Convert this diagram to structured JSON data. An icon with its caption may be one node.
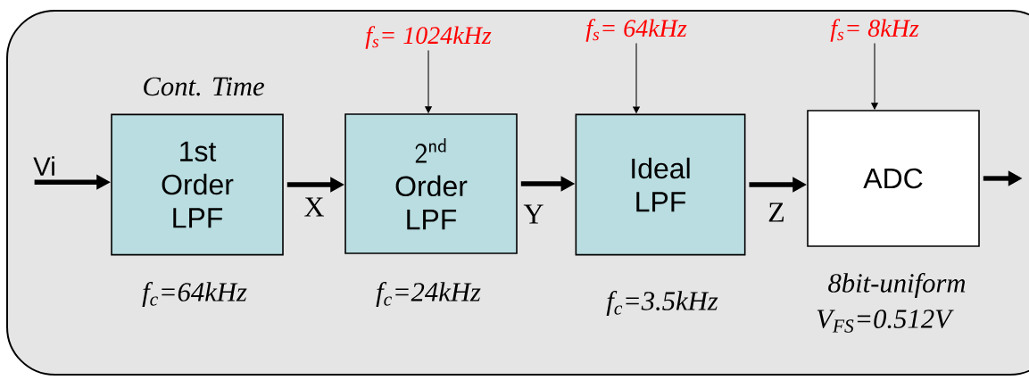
{
  "diagram": {
    "nodes": [
      {
        "text": [
          "Vi"
        ]
      },
      {
        "text": [
          "1st Order LPF"
        ],
        "beside": [
          "Cont. Time",
          "f$_{c}$=64kHz"
        ]
      },
      {
        "text": [
          "f$_{s}$= 1024kHz"
        ]
      },
      {
        "text": [
          "\\mathsf{2}^{\\mathsf{nd}}",
          "Order LPF"
        ],
        "beside": [
          "f$_{c}$=24kHz"
        ]
      },
      {
        "text": [
          "f$_{s}$= 64kHz"
        ]
      },
      {
        "text": [
          "Ideal LPF"
        ],
        "beside": [
          "f$_{c}$=3.5kHz"
        ]
      },
      {
        "text": [
          "f$_{s}$= 8kHz"
        ]
      },
      {
        "text": [
          "ADC"
        ],
        "beside": [
          "8bit-uniform",
          "V$_{FS}$=0.512V"
        ]
      }
    ],
    "edges": [
      {
        "from": 0,
        "to": 1,
        "arrow": "to"
      },
      {
        "from": 1,
        "to": 3,
        "arrow": "to",
        "label": "X"
      },
      {
        "from": 2,
        "to": 3,
        "arrow": "to"
      },
      {
        "from": 3,
        "to": 5,
        "arrow": "to",
        "label": "Y"
      },
      {
        "from": 4,
        "to": 5,
        "arrow": "to"
      },
      {
        "from": 5,
        "to": 7,
        "arrow": "to",
        "label": "Z"
      },
      {
        "from": 6,
        "to": 7,
        "arrow": "to"
      },
      {
        "from": 7,
        "to": null,
        "arrow": "to"
      }
    ]
  }
}
